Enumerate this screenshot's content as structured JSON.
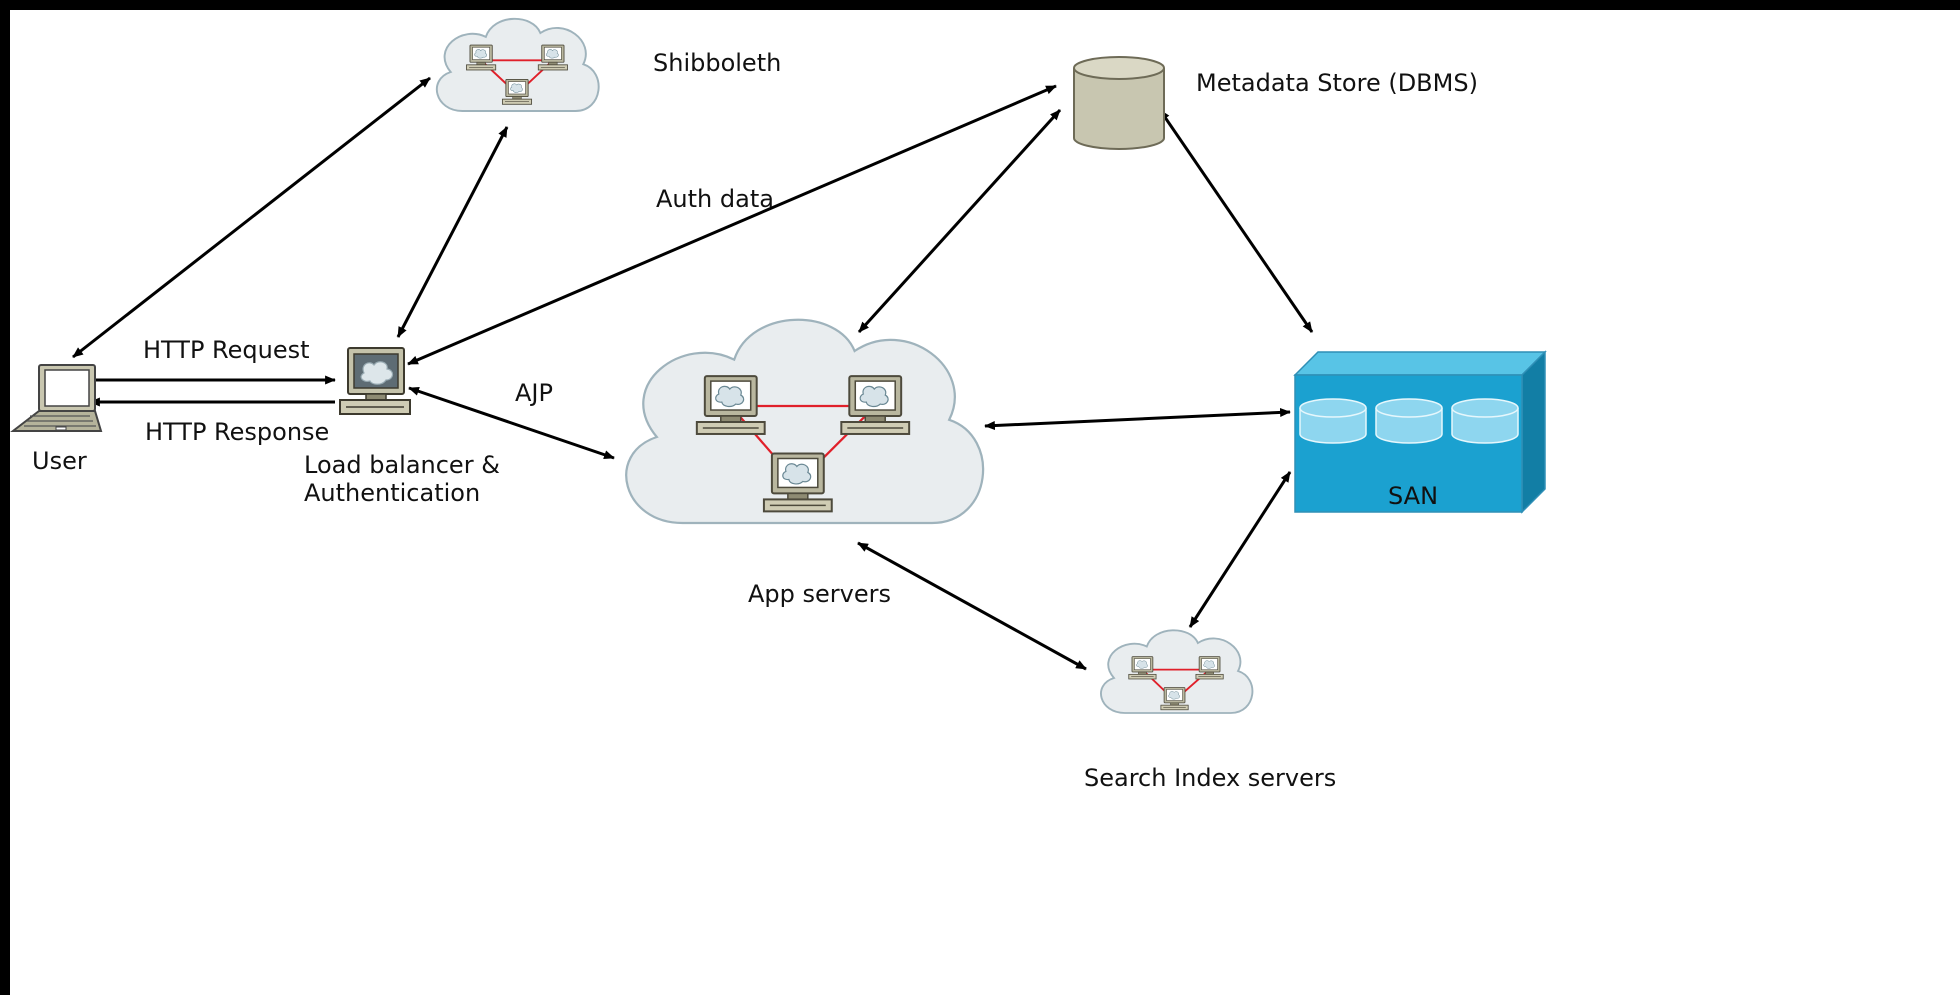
{
  "diagram": {
    "nodes": {
      "user": {
        "label": "User",
        "icon": "laptop-icon"
      },
      "load_balancer": {
        "label_line1": "Load balancer &",
        "label_line2": "Authentication",
        "icon": "server-terminal-icon"
      },
      "shibboleth": {
        "label": "Shibboleth",
        "icon": "network-cloud-icon"
      },
      "metadata_store": {
        "label": "Metadata Store (DBMS)",
        "icon": "database-cylinder-icon"
      },
      "app_servers": {
        "label": "App servers",
        "icon": "network-cloud-icon"
      },
      "san": {
        "label": "SAN",
        "icon": "storage-array-icon"
      },
      "search_index": {
        "label": "Search Index servers",
        "icon": "network-cloud-icon"
      }
    },
    "edge_labels": {
      "http_request": "HTTP Request",
      "http_response": "HTTP Response",
      "auth_data": "Auth data",
      "ajp": "AJP"
    },
    "colors": {
      "cloud_fill": "#e9edef",
      "cloud_stroke": "#9fb3bc",
      "network_link": "#e0202a",
      "san_front": "#1ba1d0",
      "san_top": "#58c4e6",
      "san_side": "#127ea5",
      "db_body": "#c8c6b0",
      "arrow": "#000000"
    }
  }
}
